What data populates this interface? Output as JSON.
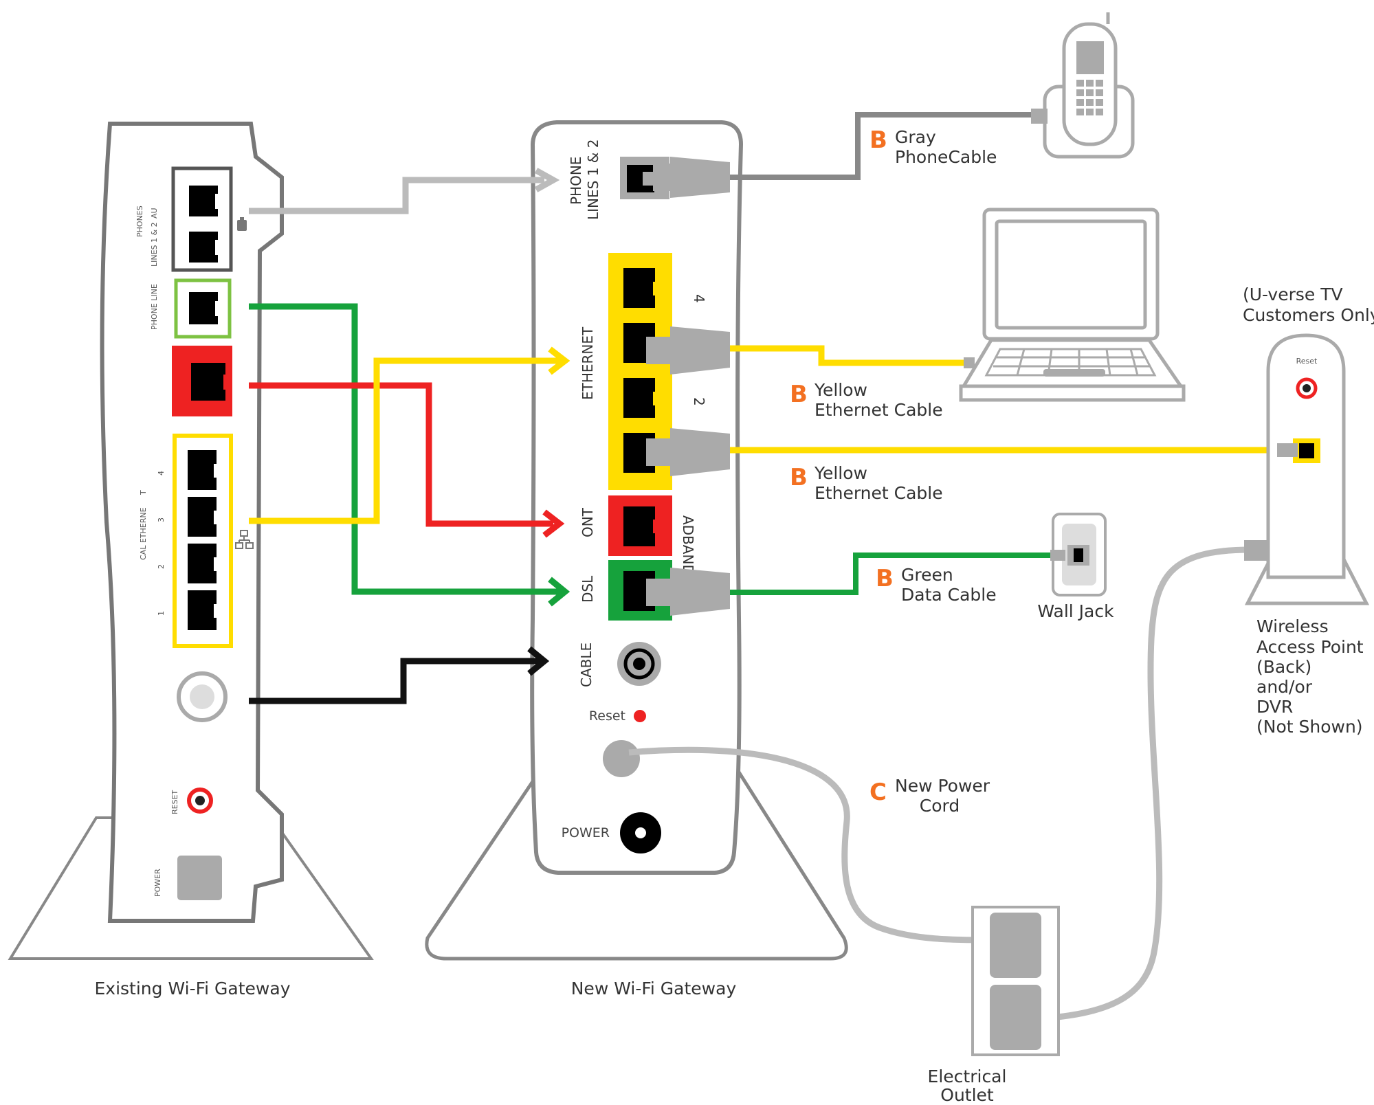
{
  "colors": {
    "yellow": "#FFDD00",
    "red": "#EE2222",
    "green": "#16A23C",
    "gray": "#A7A9AC",
    "dark_gray": "#666666",
    "orange": "#F37021",
    "black": "#111111"
  },
  "existing_gateway": {
    "label": "Existing Wi-Fi Gateway",
    "phones_label": "PHONES",
    "lines_label": "LINES 1 & 2",
    "au_label": "AU",
    "phone_line_label": "PHONE LINE",
    "ethernet_label": "CAL ETHERNE",
    "t_label": "T",
    "port_numbers": [
      "4",
      "3",
      "2",
      "1"
    ],
    "reset_label": "RESET",
    "power_label": "POWER"
  },
  "new_gateway": {
    "label": "New Wi-Fi Gateway",
    "phone_label_1": "PHONE",
    "phone_label_2": "LINES 1 & 2",
    "ethernet_label": "ETHERNET",
    "port_4": "4",
    "port_2": "2",
    "ont_label": "ONT",
    "broadband_label": "ADBAND",
    "dsl_label": "DSL",
    "cable_label": "CABLE",
    "reset_label": "Reset",
    "power_label": "POWER"
  },
  "callouts": {
    "gray_phone": {
      "badge": "B",
      "line1": "Gray",
      "line2": "PhoneCable"
    },
    "yellow_eth_1": {
      "badge": "B",
      "line1": "Yellow",
      "line2": "Ethernet Cable"
    },
    "yellow_eth_2": {
      "badge": "B",
      "line1": "Yellow",
      "line2": "Ethernet Cable"
    },
    "green_data": {
      "badge": "B",
      "line1": "Green",
      "line2": "Data Cable"
    },
    "power_cord": {
      "badge": "C",
      "line1": "New Power",
      "line2": "Cord"
    }
  },
  "devices": {
    "wall_jack": "Wall Jack",
    "uverse_note_1": "(U-verse TV",
    "uverse_note_2": "Customers Only)",
    "ap_reset": "Reset",
    "ap_label": [
      "Wireless",
      "Access Point",
      "(Back)",
      "and/or",
      "DVR",
      "(Not Shown)"
    ],
    "outlet_label_1": "Electrical",
    "outlet_label_2": "Outlet"
  }
}
